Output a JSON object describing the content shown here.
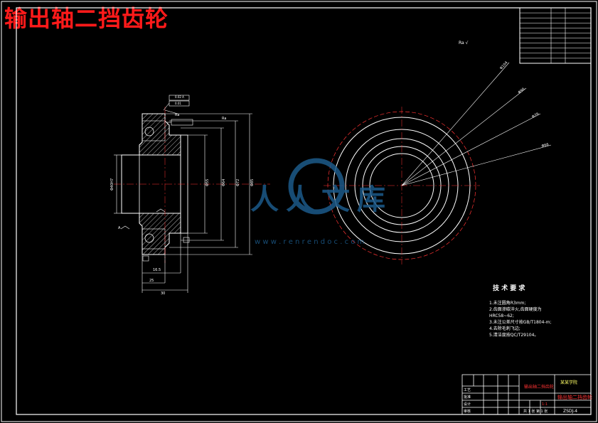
{
  "drawing_title": "输出轴二挡齿轮",
  "roughness_symbol_note": "Ra √",
  "tech_requirements": {
    "heading": "技 术 要 求",
    "items": [
      "1.未注圆角R3mm;",
      "2.齿面渗碳淬火,齿面硬度为",
      "HRC58~62;",
      "3.未注公差尺寸按GB/T1804-m;",
      "4.去除毛刺飞边;",
      "5.清洁度按QC/T29104。"
    ]
  },
  "param_table_rows": 11,
  "watermark": {
    "brand": "人人文库",
    "url": "w w w . r e n r e n d o c . c o m"
  },
  "title_block": {
    "part_name": "输出轴二挡齿轮",
    "school": "某某学院",
    "drawing_number": "ZSDJ-4",
    "scale": "1:1",
    "sheet_info": "共 1 张 第 1 张",
    "signature_labels": [
      "设计",
      "审核",
      "工艺",
      "批准"
    ]
  },
  "colors": {
    "background": "#000000",
    "frame": "#ffffff",
    "title": "#ff1a1a",
    "dimension": "#ffffff",
    "hatch": "#ffffff",
    "watermark": "#1c5a8a",
    "accent_red": "#ff3333",
    "accent_yellow": "#ffff66"
  }
}
